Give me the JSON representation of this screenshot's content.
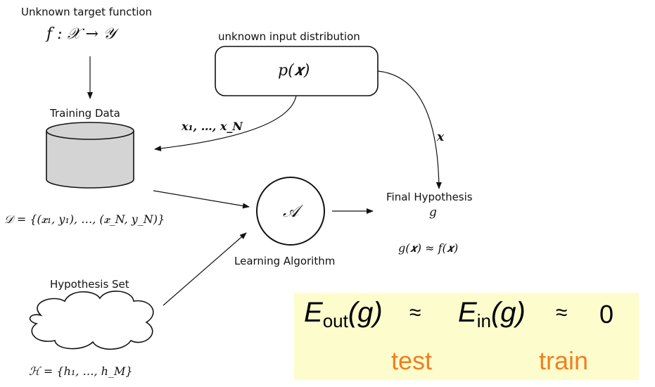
{
  "target": {
    "caption": "Unknown target function",
    "formula": "f : 𝒳 → 𝒴"
  },
  "distribution": {
    "caption": "unknown input distribution",
    "formula": "p(𝒙)"
  },
  "training": {
    "caption": "Training Data",
    "formula": "𝒟 = {(𝒙₁, y₁), …, (𝒙_N, y_N)}"
  },
  "samples": {
    "label": "𝒙₁, …, 𝒙_N"
  },
  "x_arrow": {
    "label": "𝒙"
  },
  "algorithm": {
    "symbol": "𝒜",
    "caption": "Learning Algorithm"
  },
  "final": {
    "caption": "Final Hypothesis",
    "symbol": "g",
    "approx": "g(𝒙) ≈ f(𝒙)"
  },
  "hypothesis": {
    "caption": "Hypothesis Set",
    "formula": "ℋ = {h₁, …, h_M}"
  },
  "summary": {
    "e_out": "E",
    "e_out_sub": "out",
    "g1": "(g)",
    "approx1": "≈",
    "e_in": "E",
    "e_in_sub": "in",
    "g2": "(g)",
    "approx2": "≈",
    "zero": "0",
    "test_label": "test",
    "train_label": "train",
    "accent_color": "#f07f22",
    "box_color": "#fdfccc"
  }
}
